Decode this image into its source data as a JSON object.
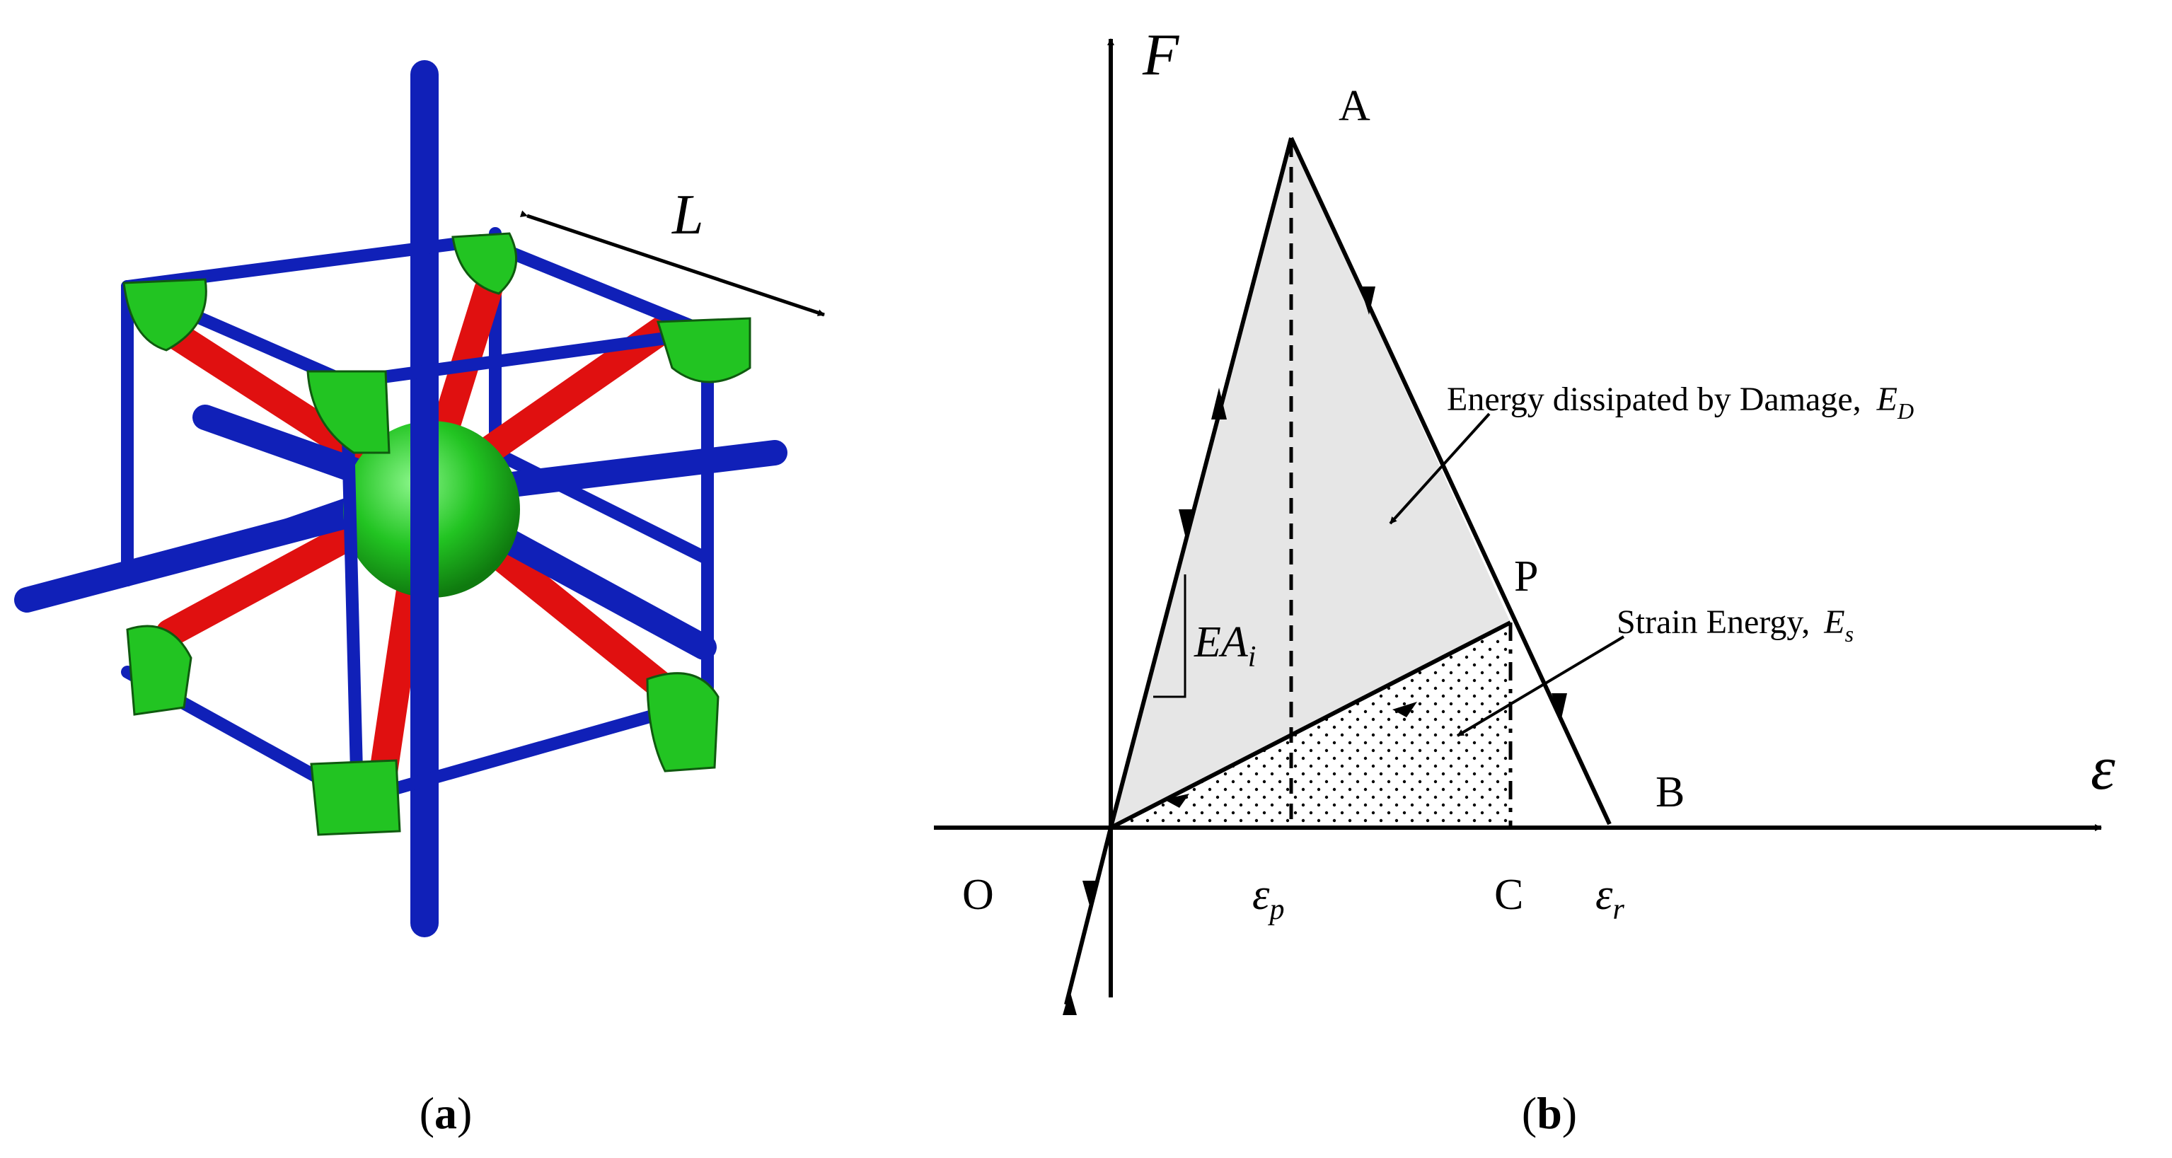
{
  "panel_a": {
    "caption_open": "(",
    "caption_letter": "a",
    "caption_close": ")",
    "dimension_label": "L",
    "colors": {
      "frame": "#1020b8",
      "diagonal": "#e01010",
      "node": "#22c422",
      "node_dark": "#0f7a0f"
    }
  },
  "panel_b": {
    "caption_open": "(",
    "caption_letter": "b",
    "caption_close": ")",
    "y_axis_label": "F",
    "x_axis_label": "ε",
    "points": {
      "A": "A",
      "P": "P",
      "B": "B",
      "C": "C",
      "O": "O"
    },
    "eps_p_base": "ε",
    "eps_p_sub": "p",
    "eps_r_base": "ε",
    "eps_r_sub": "r",
    "slope_label_base": "EA",
    "slope_label_sub": "i",
    "damage_text": "Energy dissipated by Damage,",
    "damage_sym_base": "E",
    "damage_sym_sub": "D",
    "strain_text": "Strain Energy,",
    "strain_sym_base": "E",
    "strain_sym_sub": "s",
    "colors": {
      "shade": "#e6e6e6",
      "ink": "#000000"
    }
  }
}
